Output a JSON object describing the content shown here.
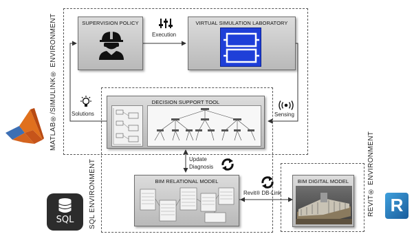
{
  "environments": {
    "matlab": "MATLAB®/SIMULINK® ENVIRONMENT",
    "sql": "SQL ENVIRONMENT",
    "revit": "REVIT® ENVIRONMENT"
  },
  "boxes": {
    "supervision_policy": "SUPERVISION POLICY",
    "virtual_lab": "VIRTUAL SIMULATION LABORATORY",
    "decision_support": "DECISION SUPPORT TOOL",
    "bim_relational": "BIM RELATIONAL MODEL",
    "bim_digital": "BIM DIGITAL MODEL"
  },
  "labels": {
    "execution": "Execution",
    "sensing": "Sensing",
    "solutions": "Solutions",
    "update": "Update",
    "diagnosis": "Diagnosis",
    "db_link": "Revit® DB-Link"
  },
  "logos": {
    "sql_text": "SQL"
  },
  "icons": [
    "worker-icon",
    "execution-sliders-icon",
    "sensing-icon",
    "solutions-bulb-icon",
    "sync-icon",
    "matlab-logo",
    "sql-logo",
    "revit-logo"
  ]
}
